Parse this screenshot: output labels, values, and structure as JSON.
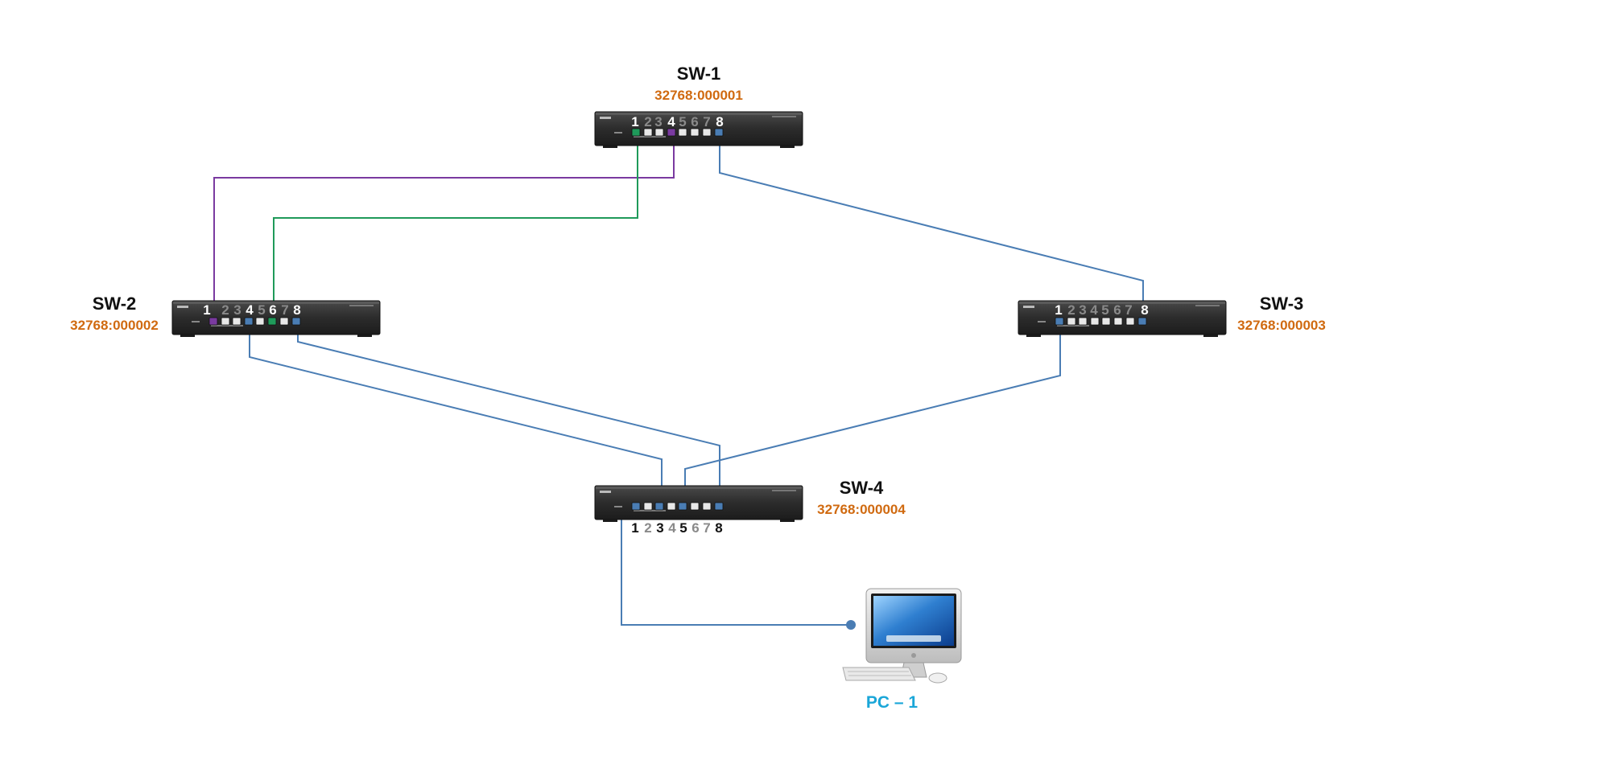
{
  "colors": {
    "bridge_id": "#d06a10",
    "pc_label": "#1aa6d8",
    "link_blue": "#4a7db4",
    "link_purple": "#7a3aa0",
    "link_green": "#1f9a5a",
    "port_active_label": "#ffffff",
    "port_inactive_label": "#8a8a8a",
    "port_active_label_below": "#111111",
    "port_inactive_label_below": "#8a8a8a"
  },
  "switches": [
    {
      "id": "sw1",
      "name": "SW-1",
      "bridge_id": "32768:000001",
      "active_ports": [
        "1",
        "4",
        "8"
      ]
    },
    {
      "id": "sw2",
      "name": "SW-2",
      "bridge_id": "32768:000002",
      "active_ports": [
        "1",
        "4",
        "6",
        "8"
      ]
    },
    {
      "id": "sw3",
      "name": "SW-3",
      "bridge_id": "32768:000003",
      "active_ports": [
        "1",
        "8"
      ]
    },
    {
      "id": "sw4",
      "name": "SW-4",
      "bridge_id": "32768:000004",
      "active_ports": [
        "1",
        "3",
        "5",
        "8"
      ]
    }
  ],
  "ports": [
    "1",
    "2",
    "3",
    "4",
    "5",
    "6",
    "7",
    "8"
  ],
  "pc": {
    "name": "PC – 1",
    "icon": "desktop-computer-icon"
  },
  "device_icon": "network-switch-icon",
  "links": [
    {
      "from": "SW-1:1",
      "to": "SW-2:6",
      "color": "green"
    },
    {
      "from": "SW-1:4",
      "to": "SW-2:1",
      "color": "purple"
    },
    {
      "from": "SW-1:8",
      "to": "SW-3:8",
      "color": "blue"
    },
    {
      "from": "SW-2:4",
      "to": "SW-4:3",
      "color": "blue"
    },
    {
      "from": "SW-2:8",
      "to": "SW-4:8",
      "color": "blue"
    },
    {
      "from": "SW-3:1",
      "to": "SW-4:5",
      "color": "blue"
    },
    {
      "from": "SW-4:1",
      "to": "PC – 1",
      "color": "blue"
    }
  ]
}
